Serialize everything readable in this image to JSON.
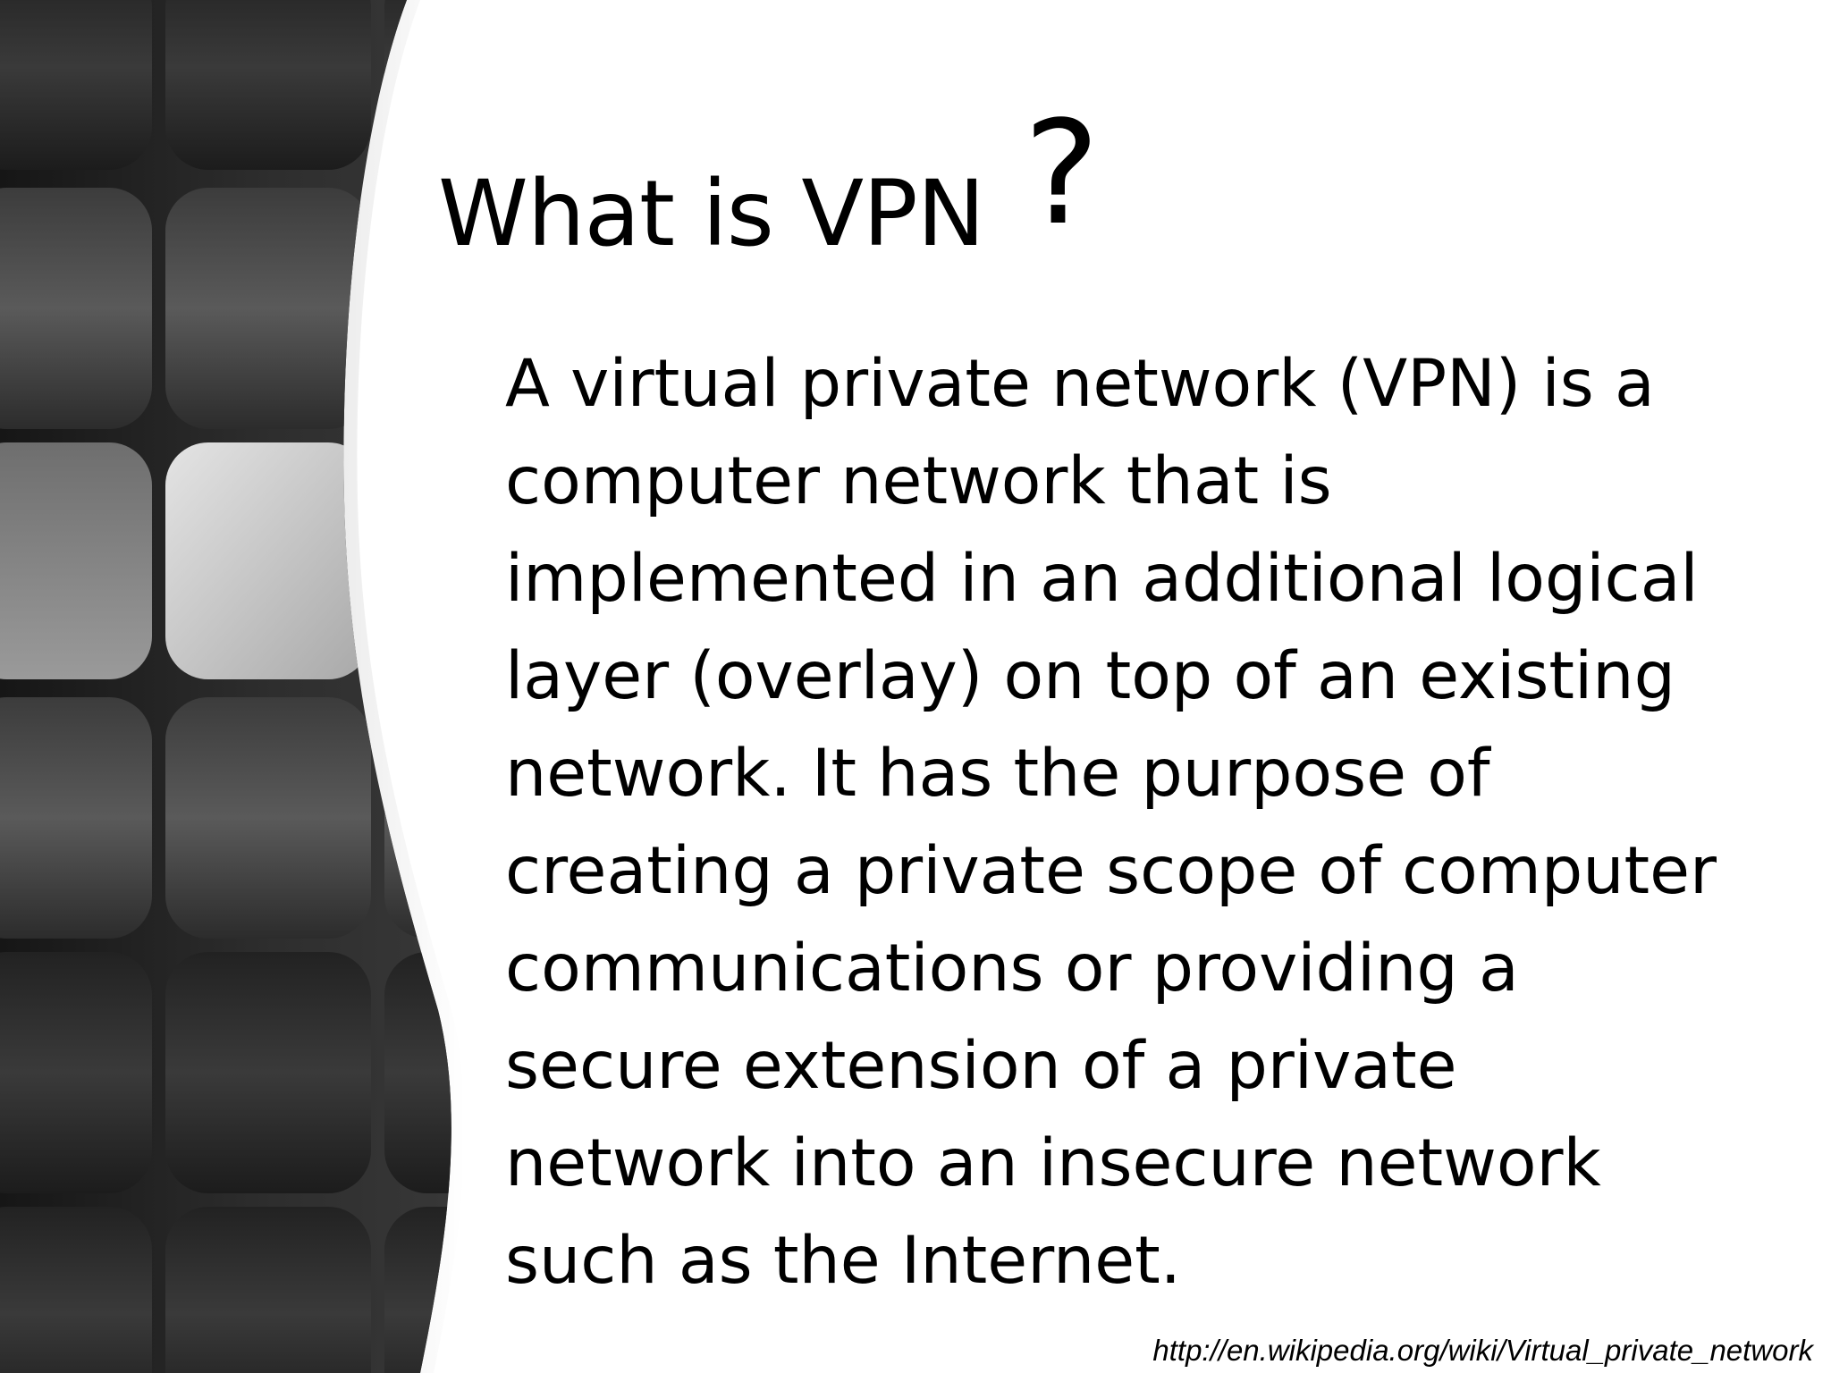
{
  "slide": {
    "title": "What is VPN",
    "title_mark": "?",
    "body_lines": [
      "A virtual private network (VPN) is a",
      "computer network that is",
      "implemented in an additional logical",
      "layer (overlay) on top of an existing",
      "network. It has the purpose of",
      "creating a private scope of computer",
      "communications or providing a",
      "secure extension of a private",
      "network into an insecure network",
      "such as the Internet."
    ],
    "source": "http://en.wikipedia.org/wiki/Virtual_private_network"
  },
  "colors": {
    "background": "#ffffff",
    "text": "#000000",
    "panel_dark": "#1e1e1e",
    "panel_light": "#c8c8c8"
  }
}
